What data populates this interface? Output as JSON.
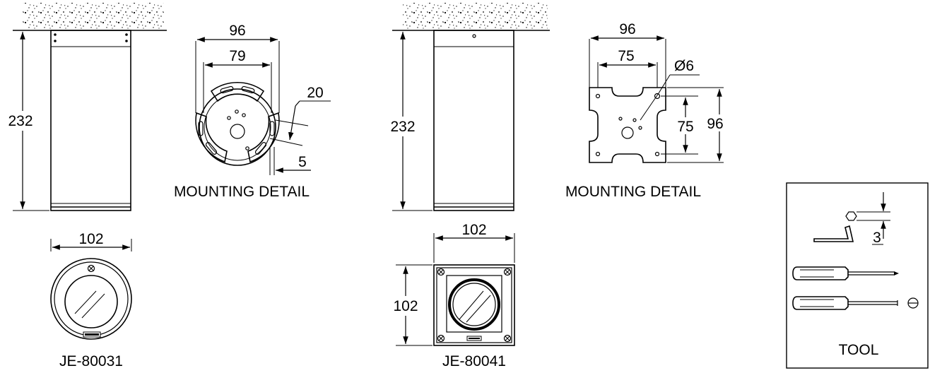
{
  "left_product": {
    "side_view": {
      "height_label": "232"
    },
    "front_view": {
      "width_label": "102",
      "model": "JE-80031"
    },
    "mounting_detail": {
      "title": "MOUNTING DETAIL",
      "outer_label": "96",
      "inner_label": "79",
      "slot_length_label": "20",
      "slot_width_label": "5"
    }
  },
  "right_product": {
    "side_view": {
      "height_label": "232"
    },
    "front_view": {
      "width_label": "102",
      "height_label": "102",
      "model": "JE-80041"
    },
    "mounting_detail": {
      "title": "MOUNTING DETAIL",
      "outer_label": "96",
      "inner_label": "75",
      "hole_label": "Ø6",
      "vertical_inner_label": "75",
      "vertical_outer_label": "96"
    }
  },
  "tool_panel": {
    "title": "TOOL",
    "hex_key_label": "3"
  }
}
